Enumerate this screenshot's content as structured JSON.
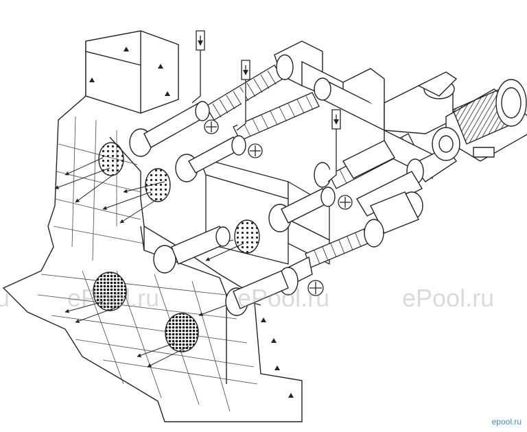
{
  "watermarks": [
    "ru",
    "ePool.ru",
    "ePool.ru",
    "ePool.ru"
  ],
  "brand_label": "epool.ru",
  "colors": {
    "line": "#222222",
    "background": "#ffffff",
    "watermark": "#969696",
    "brand": "#3a8fd6"
  }
}
